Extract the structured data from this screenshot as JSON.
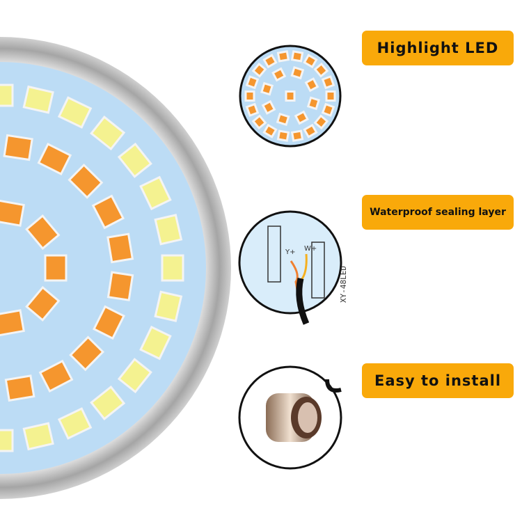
{
  "features": [
    {
      "label": "Highlight LED"
    },
    {
      "label": "Waterproof sealing layer"
    },
    {
      "label": "Easy to install"
    }
  ],
  "board_marking": {
    "model": "XY-48LED",
    "pad_y": "Y+",
    "pad_w": "W+"
  },
  "colors": {
    "label_bg": "#f9a90a",
    "board": "#bcdcf5",
    "amber_led": "#f5962e",
    "white_led": "#f4f290",
    "rim": "#b8b8b8"
  }
}
